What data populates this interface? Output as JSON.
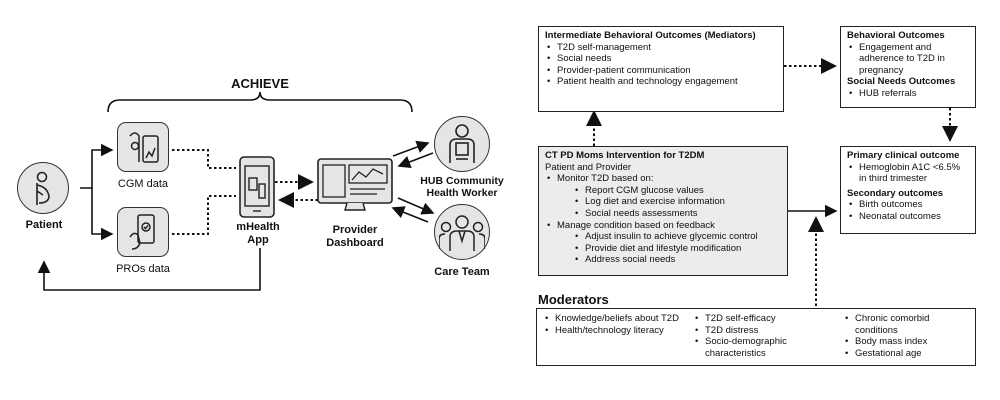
{
  "achieve": {
    "title": "ACHIEVE",
    "patient": "Patient",
    "cgm": "CGM data",
    "pros": "PROs data",
    "app": "mHealth\nApp",
    "dashboard": "Provider\nDashboard",
    "hub": "HUB Community\nHealth Worker",
    "care_team": "Care Team"
  },
  "mediators": {
    "title": "Intermediate Behavioral Outcomes (Mediators)",
    "items": [
      "T2D self-management",
      "Social needs",
      "Provider-patient communication",
      "Patient health and technology engagement"
    ]
  },
  "behavioral": {
    "title": "Behavioral Outcomes",
    "items": [
      "Engagement and adherence to T2D in pregnancy"
    ],
    "social_title": "Social Needs Outcomes",
    "social_items": [
      "HUB referrals"
    ]
  },
  "intervention": {
    "title": "CT PD Moms Intervention for T2DM",
    "subtitle": "Patient and Provider",
    "monitor": "Monitor T2D based on:",
    "monitor_items": [
      "Report CGM glucose values",
      "Log diet and exercise information",
      "Social needs assessments"
    ],
    "manage": "Manage condition based on feedback",
    "manage_items": [
      "Adjust insulin to achieve glycemic control",
      "Provide diet and lifestyle modification",
      "Address social needs"
    ]
  },
  "outcomes": {
    "primary_title": "Primary clinical outcome",
    "primary_items": [
      "Hemoglobin A1C <6.5% in third trimester"
    ],
    "secondary_title": "Secondary outcomes",
    "secondary_items": [
      "Birth outcomes",
      "Neonatal outcomes"
    ]
  },
  "moderators": {
    "title": "Moderators",
    "col1": [
      "Knowledge/beliefs about T2D",
      "Health/technology literacy"
    ],
    "col2": [
      "T2D self-efficacy",
      "T2D distress",
      "Socio-demographic characteristics"
    ],
    "col3": [
      "Chronic comorbid conditions",
      "Body mass index",
      "Gestational age"
    ]
  }
}
